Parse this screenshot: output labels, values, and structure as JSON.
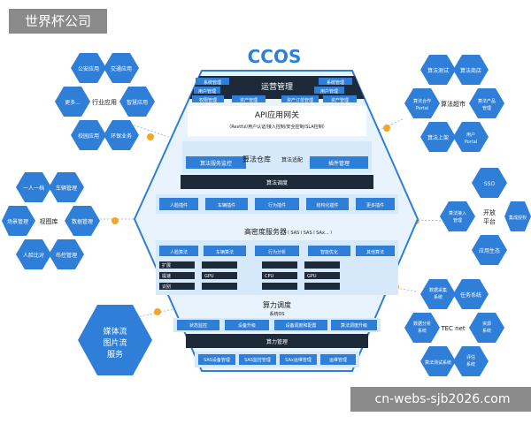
{
  "watermark_top": "世界杯公司",
  "watermark_bottom": "cn-webs-sjb2026.com",
  "title": "CCOS",
  "layers": {
    "ops": {
      "title": "运营管理",
      "cells": [
        "系统管理",
        "系统管理",
        "用户管理",
        "用户管理",
        "权限管理",
        "资产管理",
        "资产订单管理",
        "资产管理"
      ]
    },
    "api": {
      "title": "API应用网关",
      "subtitle": "（Restful/用户认证/接入控制/安全控制/SLA控制）"
    },
    "algo": {
      "title": "算法仓库",
      "subtitle": "算法适配",
      "left": "算法服务监控",
      "right": "插件管理",
      "bar": "算法调度"
    },
    "row": [
      "人脸插件",
      "车辆插件",
      "行为插件",
      "结构化插件",
      "更多插件"
    ],
    "hd": {
      "title": "高密度服务器",
      "subtitle": "（ SAS l SAS l SAx... ）"
    },
    "hd_mid": [
      "人脸算法",
      "车辆算法",
      "行为分析",
      "智能优化",
      "其他算法"
    ],
    "hd_small": [
      "扩展",
      "提速",
      "识别",
      "GPU",
      "CPU",
      "GPU"
    ],
    "compute": {
      "title": "算力调度",
      "subtitle": "系统OS"
    },
    "compute_row": [
      "状态监控",
      "设备升级",
      "设备调度和配置",
      "算法调度升级"
    ],
    "mgmt": "算力管理",
    "bottom": [
      "SAS设备管理",
      "SAS监控管理",
      "SAx运维管理",
      "运维管理"
    ]
  },
  "clusters": {
    "industry": {
      "center": "行业应用",
      "items": [
        "公安应用",
        "交通应用",
        "更多...",
        "智慧应用",
        "校园应用",
        "环保业务"
      ]
    },
    "view": {
      "center": "视图库",
      "items": [
        "一人一档",
        "车辆管理",
        "场景管理",
        "数据管理",
        "人脸比对",
        "布控管理"
      ]
    },
    "media": {
      "center": "媒体流\n图片流\n服务"
    },
    "market": {
      "center": "算法超市",
      "items": [
        "算法测试",
        "算法商店",
        "算法合作\nPortal",
        "算法产品\n管理",
        "算法上架",
        "用户\nPortal"
      ]
    },
    "open": {
      "center": "开放\n平台",
      "items": [
        "SSO",
        "算法接入\n管理",
        "集成授权",
        "应用生态"
      ]
    },
    "tecnet": {
      "center": "TEC net",
      "items": [
        "数据采集\n系统",
        "任务系统",
        "数据分析\n系统",
        "资源\n系统",
        "算法测试系统",
        "评估\n系统"
      ]
    }
  },
  "colors": {
    "primary": "#2f7ed8",
    "dark": "#1d2a3a",
    "light": "#d6e9fb",
    "accent": "#f5a623",
    "line": "#9fbce6"
  }
}
